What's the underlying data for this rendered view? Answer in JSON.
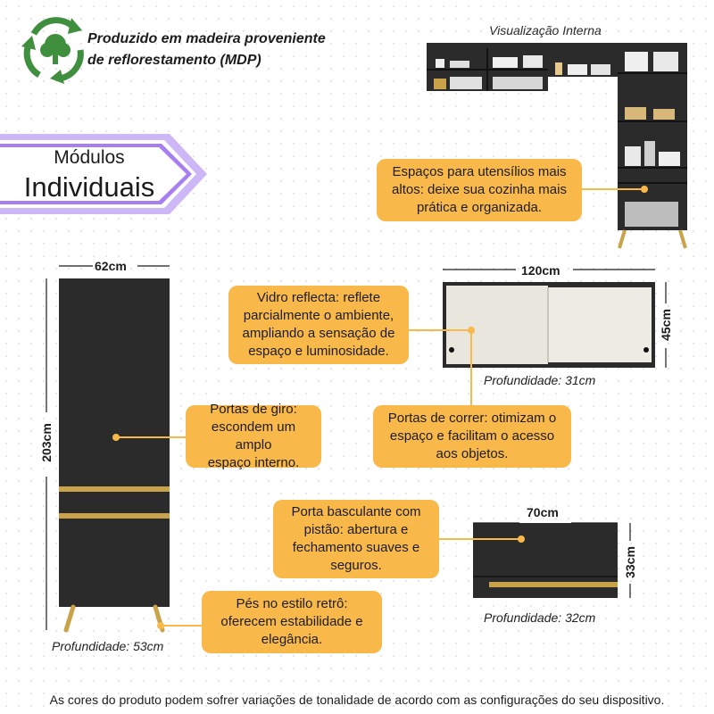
{
  "eco_badge": {
    "line1": "Produzido em madeira proveniente",
    "line2": "de reflorestamento (MDP)"
  },
  "interior_view": {
    "title": "Visualização Interna"
  },
  "ribbon": {
    "line1": "Módulos",
    "line2": "Individuais"
  },
  "callouts": {
    "utensils": [
      "Espaços para utensílios mais",
      "altos: deixe sua cozinha mais",
      "prática e organizada."
    ],
    "glass": [
      "Vidro reflecta: reflete",
      "parcialmente o ambiente,",
      "ampliando a sensação de",
      "espaço e luminosidade."
    ],
    "swing_doors": [
      "Portas de giro:",
      "escondem um amplo",
      "espaço interno."
    ],
    "sliding_doors": [
      "Portas de correr: otimizam o",
      "espaço e facilitam o acesso",
      "aos objetos."
    ],
    "flip_door": [
      "Porta basculante com",
      "pistão: abertura e",
      "fechamento suaves e",
      "seguros."
    ],
    "feet": [
      "Pés no estilo retrô:",
      "oferecem estabilidade e",
      "elegância."
    ]
  },
  "tall_cabinet": {
    "width": "62cm",
    "height": "203cm",
    "depth": "Profundidade: 53cm"
  },
  "wall_cabinet": {
    "width": "120cm",
    "height": "45cm",
    "depth": "Profundidade: 31cm"
  },
  "small_cabinet": {
    "width": "70cm",
    "height": "33cm",
    "depth": "Profundidade: 32cm"
  },
  "footer": {
    "disclaimer": "As cores do produto podem sofrer variações de tonalidade de acordo com as configurações do seu dispositivo."
  },
  "colors": {
    "callout": "#f9b94a",
    "ribbon": "#a77ff0",
    "cabinet": "#2b2b2b",
    "wood": "#c9a24a",
    "eco_green": "#3f8f3f",
    "glass": "#e9e6dd"
  }
}
